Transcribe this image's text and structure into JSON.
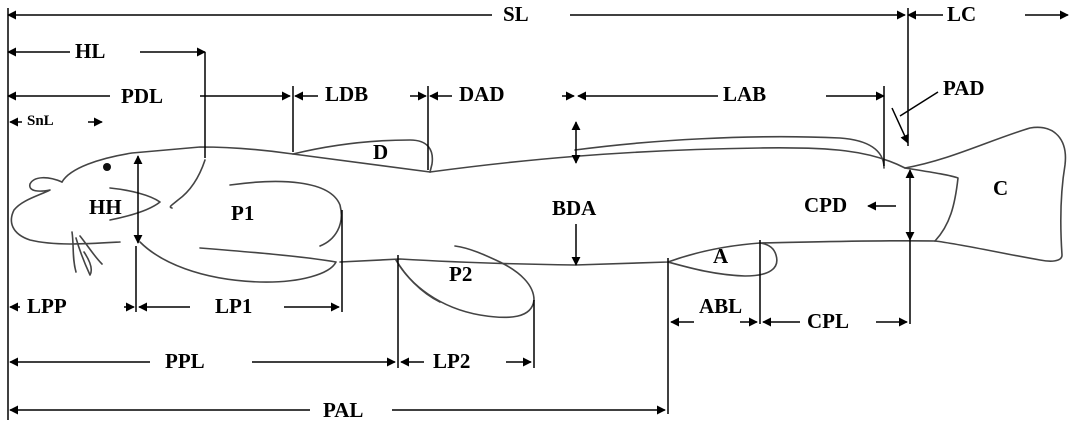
{
  "labels": {
    "SL": "SL",
    "LC": "LC",
    "HL": "HL",
    "PDL": "PDL",
    "LDB": "LDB",
    "DAD": "DAD",
    "LAB": "LAB",
    "PAD": "PAD",
    "SnL": "SnL",
    "D": "D",
    "HH": "HH",
    "P1": "P1",
    "BDA": "BDA",
    "CPD": "CPD",
    "C": "C",
    "A": "A",
    "P2": "P2",
    "LPP": "LPP",
    "LP1": "LP1",
    "ABL": "ABL",
    "CPL": "CPL",
    "PPL": "PPL",
    "LP2": "LP2",
    "PAL": "PAL"
  }
}
